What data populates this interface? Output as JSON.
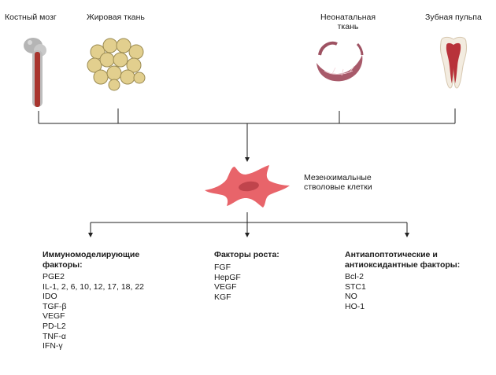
{
  "sources": [
    {
      "label": "Костный мозг",
      "icon": "bone-icon"
    },
    {
      "label": "Жировая ткань",
      "icon": "fat-tissue-icon"
    },
    {
      "label": "Неонатальная ткань",
      "icon": "placenta-icon"
    },
    {
      "label": "Зубная пульпа",
      "icon": "tooth-icon"
    }
  ],
  "center": {
    "label": "Мезенхимальные стволовые клетки",
    "icon": "stem-cell-icon"
  },
  "groups": [
    {
      "title": "Иммуномоделирующие факторы:",
      "items": [
        "PGE2",
        "IL-1, 2, 6, 10, 12, 17, 18, 22",
        "IDO",
        "TGF-β",
        "VEGF",
        "PD-L2",
        "TNF-α",
        "IFN-γ"
      ]
    },
    {
      "title": "Факторы роста:",
      "items": [
        "FGF",
        "HepGF",
        "VEGF",
        "KGF"
      ]
    },
    {
      "title": "Антиапоптотические и антиоксидантные факторы:",
      "items": [
        "Bcl-2",
        "STC1",
        "NO",
        "HO-1"
      ]
    }
  ],
  "colors": {
    "line": "#222222",
    "cell": "#e8646a",
    "nucleus": "#c0444c",
    "fat": "#e2cf8e",
    "bone": "#a8352e"
  }
}
